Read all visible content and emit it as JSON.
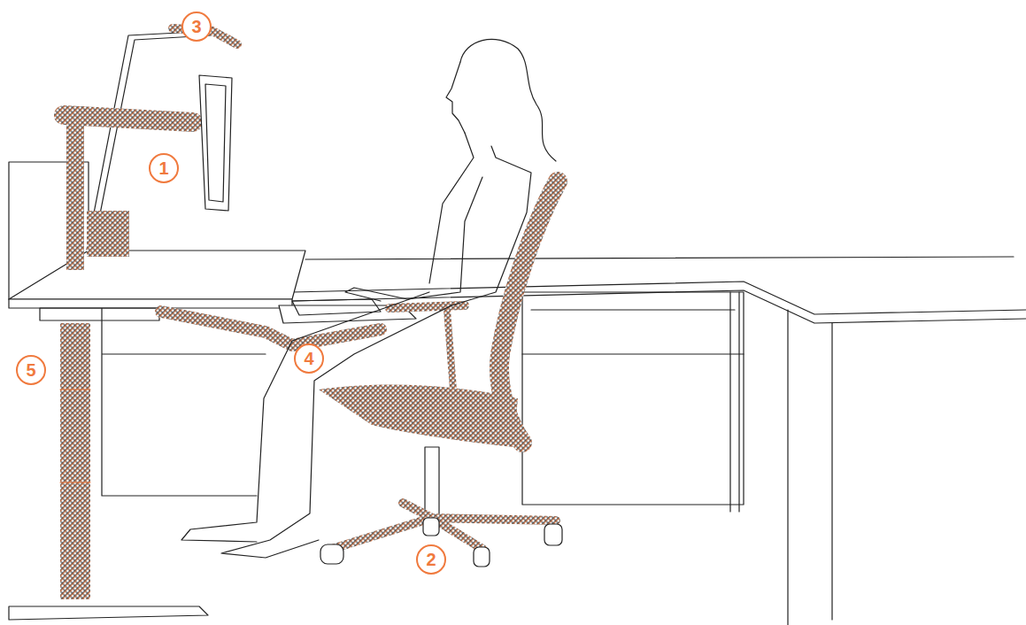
{
  "diagram": {
    "labels": [
      "3",
      "1",
      "5",
      "4",
      "2"
    ]
  }
}
